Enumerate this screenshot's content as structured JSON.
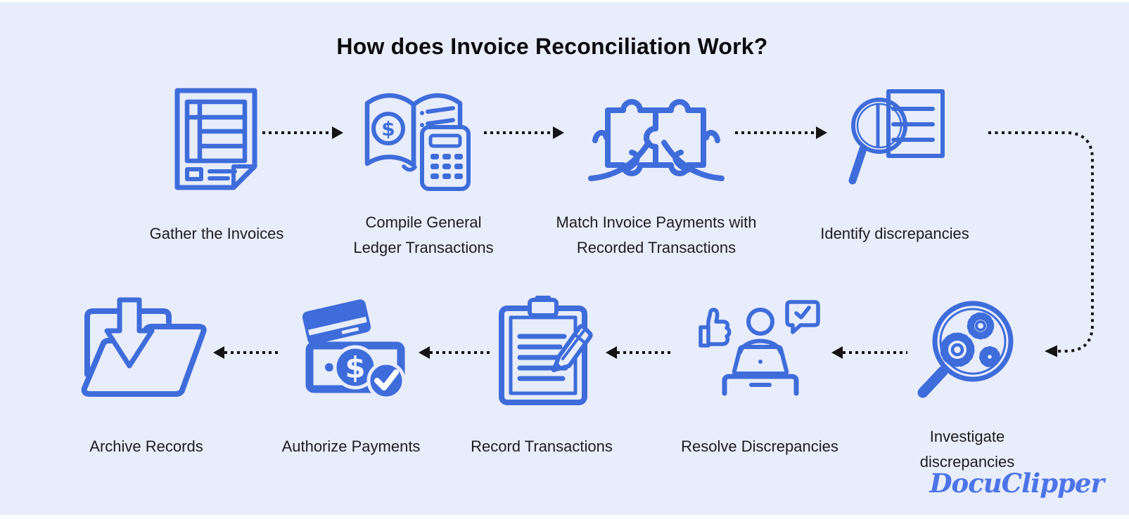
{
  "page": {
    "background_color": "#e8edfb",
    "accent_color": "#3e6cda",
    "arrow_color": "#141414"
  },
  "header": {
    "title": "How does Invoice Reconciliation Work?"
  },
  "steps": [
    {
      "id": 1,
      "icon": "invoice-icon",
      "label_lines": [
        "Gather the Invoices"
      ]
    },
    {
      "id": 2,
      "icon": "ledger-calculator-icon",
      "label_lines": [
        "Compile General",
        "Ledger Transactions"
      ]
    },
    {
      "id": 3,
      "icon": "puzzle-pieces-icon",
      "label_lines": [
        "Match Invoice Payments with",
        "Recorded Transactions"
      ]
    },
    {
      "id": 4,
      "icon": "magnifier-document-icon",
      "label_lines": [
        "Identify discrepancies"
      ]
    },
    {
      "id": 5,
      "icon": "magnifier-gears-icon",
      "label_lines": [
        "Investigate",
        "discrepancies"
      ]
    },
    {
      "id": 6,
      "icon": "person-laptop-icon",
      "label_lines": [
        "Resolve Discrepancies"
      ]
    },
    {
      "id": 7,
      "icon": "clipboard-pencil-icon",
      "label_lines": [
        "Record Transactions"
      ]
    },
    {
      "id": 8,
      "icon": "payment-check-icon",
      "label_lines": [
        "Authorize Payments"
      ]
    },
    {
      "id": 9,
      "icon": "archive-folder-icon",
      "label_lines": [
        "Archive Records"
      ]
    }
  ],
  "icons": {
    "dollar_sign": "$"
  },
  "footer": {
    "brand": "DocuClipper"
  }
}
